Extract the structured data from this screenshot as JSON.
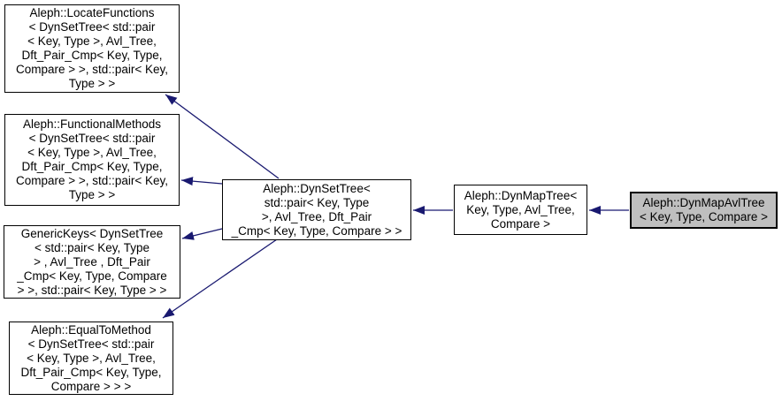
{
  "diagram": {
    "kind": "class-inheritance-graph",
    "background_color": "#ffffff",
    "arrow_color": "#191970",
    "node_border_color": "#000000",
    "node_fill_color": "#ffffff",
    "highlight_fill_color": "#bfbfbf",
    "nodes": [
      {
        "id": "locate-functions",
        "highlighted": false,
        "lines": [
          "Aleph::LocateFunctions",
          "< DynSetTree< std::pair",
          "< Key, Type >, Avl_Tree,",
          "Dft_Pair_Cmp< Key, Type,",
          "Compare > >, std::pair< Key,",
          "Type > >"
        ]
      },
      {
        "id": "functional-methods",
        "highlighted": false,
        "lines": [
          "Aleph::FunctionalMethods",
          "< DynSetTree< std::pair",
          "< Key, Type >, Avl_Tree,",
          "Dft_Pair_Cmp< Key, Type,",
          "Compare > >, std::pair< Key,",
          "Type > >"
        ]
      },
      {
        "id": "generic-keys",
        "highlighted": false,
        "lines": [
          "GenericKeys< DynSetTree",
          "< std::pair< Key, Type",
          "> , Avl_Tree , Dft_Pair",
          "_Cmp< Key, Type, Compare",
          "> >, std::pair< Key, Type > >"
        ]
      },
      {
        "id": "equal-to-method",
        "highlighted": false,
        "lines": [
          "Aleph::EqualToMethod",
          "< DynSetTree< std::pair",
          "< Key, Type >, Avl_Tree,",
          "Dft_Pair_Cmp< Key, Type,",
          "Compare > > >"
        ]
      },
      {
        "id": "dyn-set-tree",
        "highlighted": false,
        "lines": [
          "Aleph::DynSetTree<",
          "std::pair< Key, Type",
          ">, Avl_Tree, Dft_Pair",
          "_Cmp< Key, Type, Compare > >"
        ]
      },
      {
        "id": "dyn-map-tree",
        "highlighted": false,
        "lines": [
          "Aleph::DynMapTree<",
          "Key, Type, Avl_Tree,",
          "Compare >"
        ]
      },
      {
        "id": "dyn-map-avl-tree",
        "highlighted": true,
        "lines": [
          "Aleph::DynMapAvlTree",
          "< Key, Type, Compare >"
        ]
      }
    ],
    "edges": [
      {
        "from": "dyn-set-tree",
        "to": "locate-functions",
        "relation": "inherits"
      },
      {
        "from": "dyn-set-tree",
        "to": "functional-methods",
        "relation": "inherits"
      },
      {
        "from": "dyn-set-tree",
        "to": "generic-keys",
        "relation": "inherits"
      },
      {
        "from": "dyn-set-tree",
        "to": "equal-to-method",
        "relation": "inherits"
      },
      {
        "from": "dyn-map-tree",
        "to": "dyn-set-tree",
        "relation": "inherits"
      },
      {
        "from": "dyn-map-avl-tree",
        "to": "dyn-map-tree",
        "relation": "inherits"
      }
    ]
  }
}
